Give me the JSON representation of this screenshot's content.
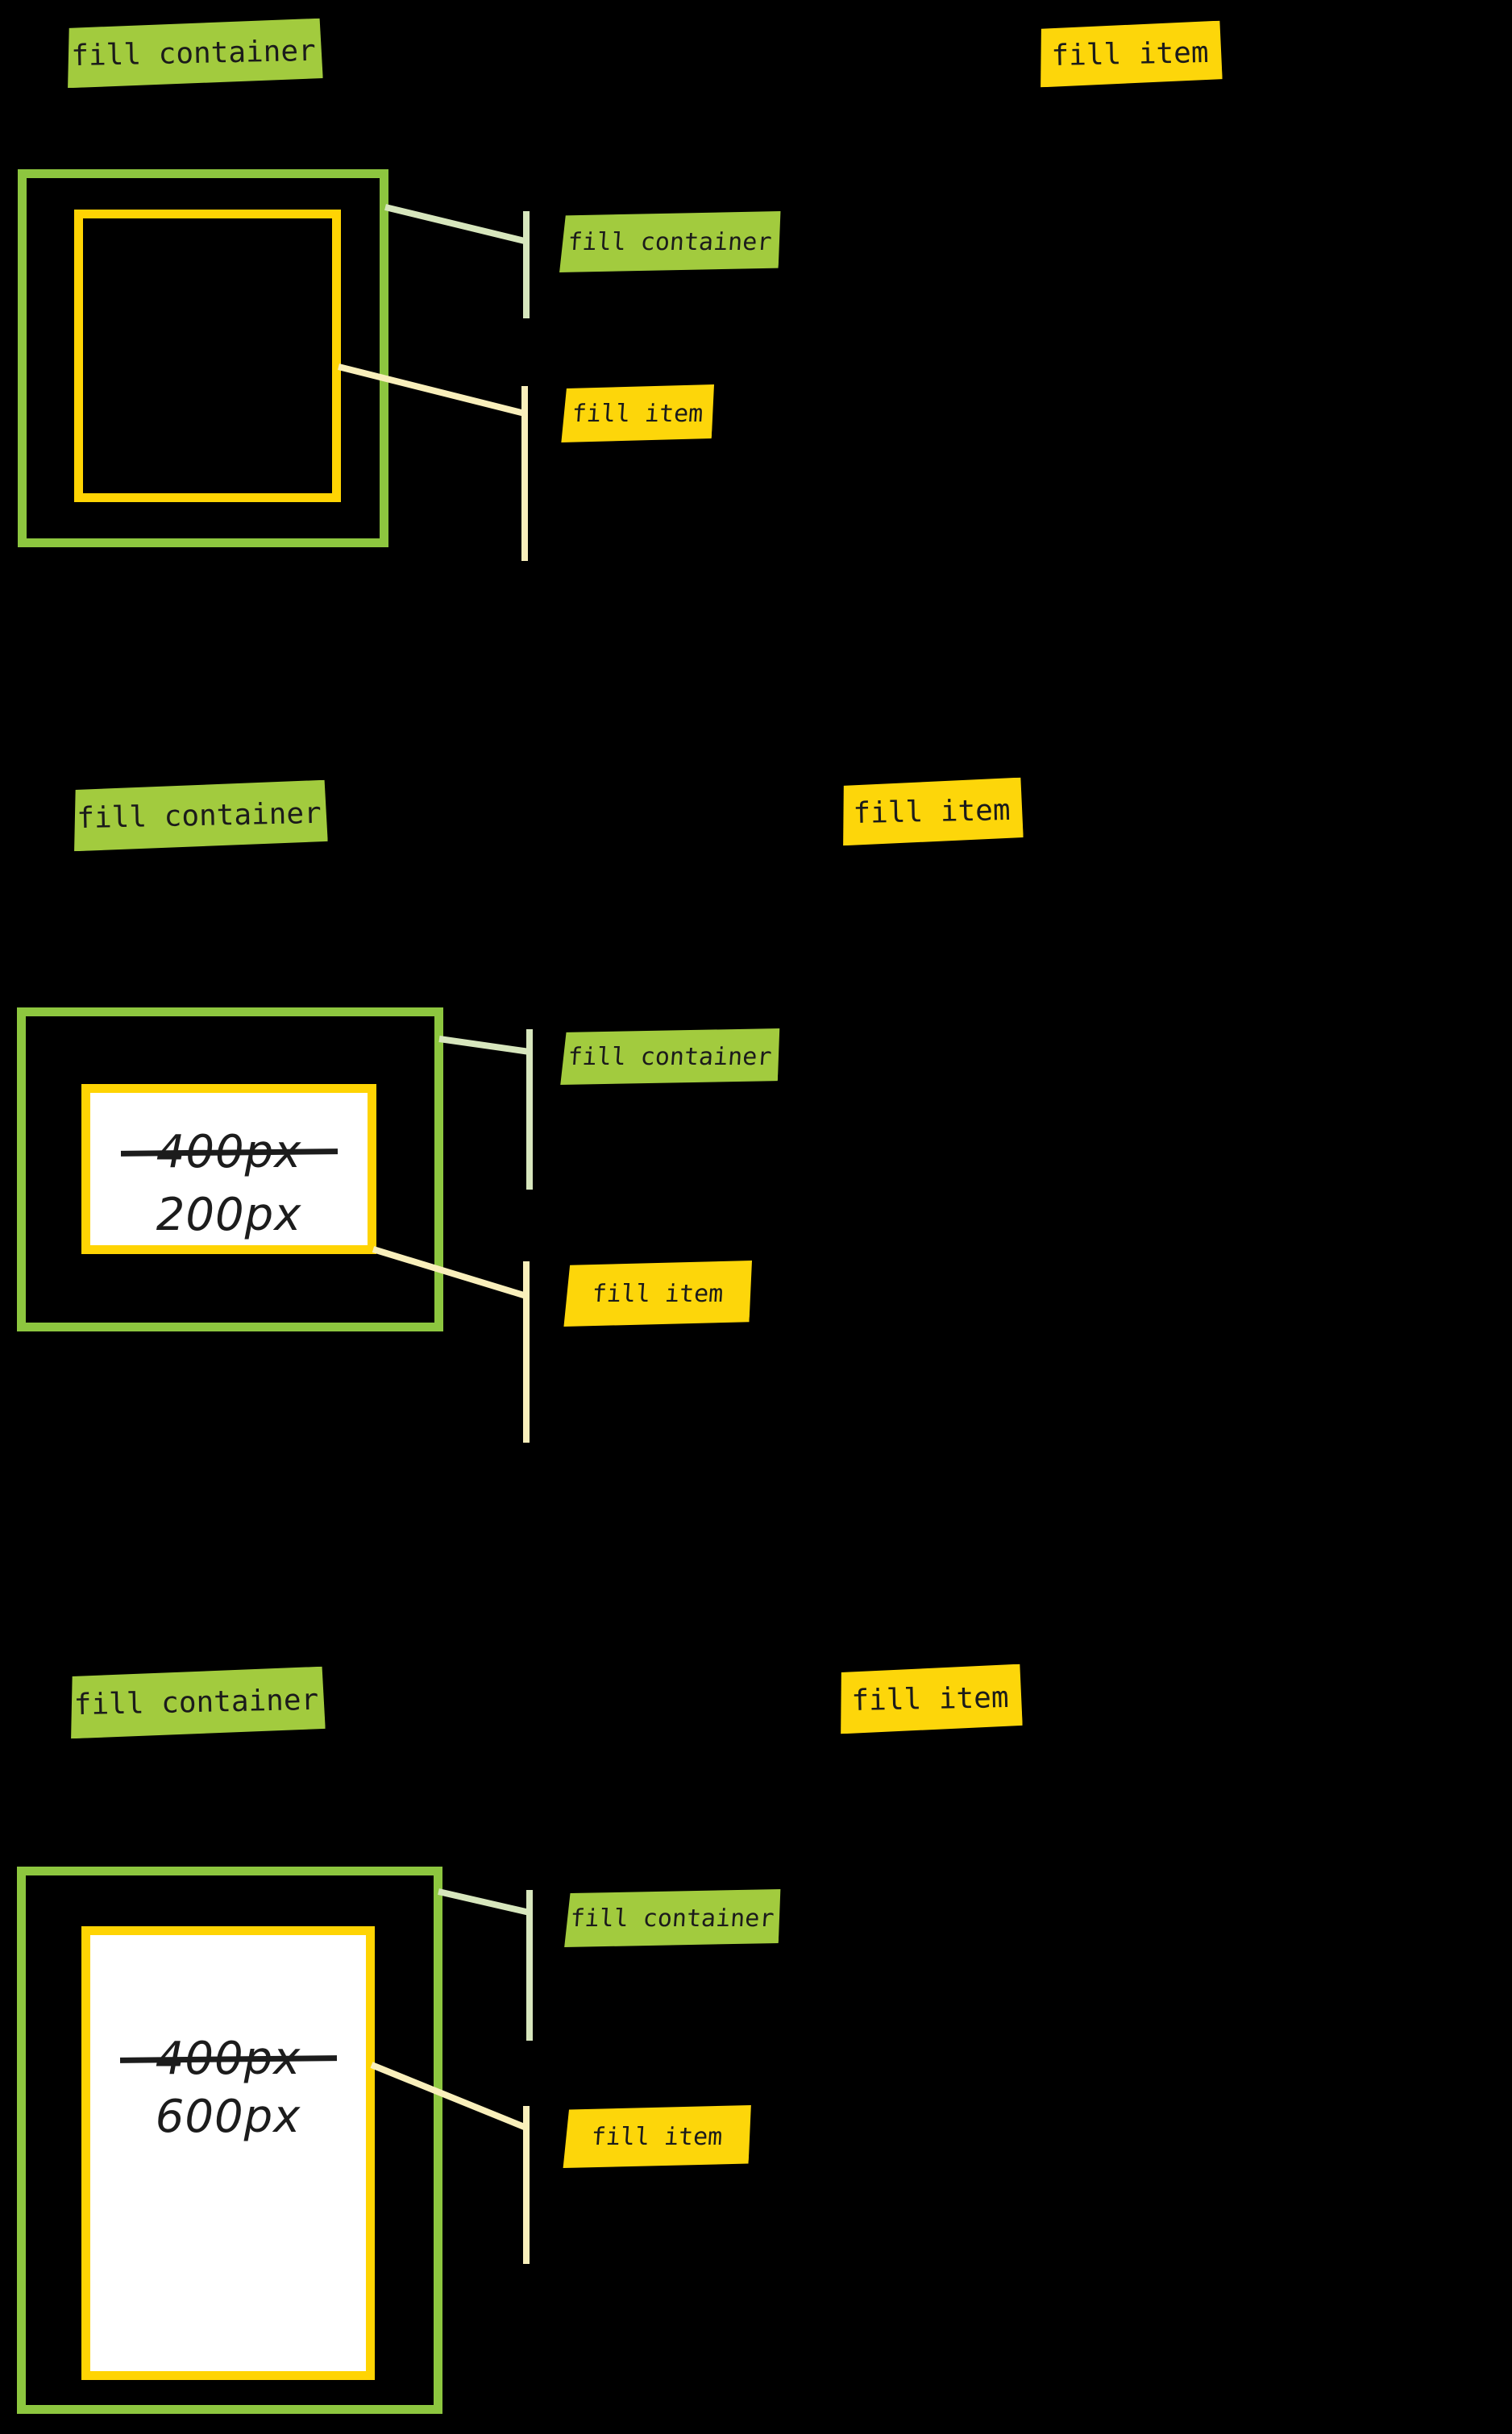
{
  "colors": {
    "background": "#000000",
    "container_green": "#8dc63f",
    "container_sticky_green": "#a2cb3e",
    "item_yellow": "#ffd403",
    "item_sticky_yellow": "#fdd60a",
    "callout_line_green": "#d7e6bd",
    "callout_line_cream": "#f9efbb",
    "ink": "#1b1b1b",
    "item_fill_white": "#ffffff"
  },
  "sections": [
    {
      "header": {
        "container": "fill container",
        "item": "fill item"
      },
      "callouts": {
        "container": "fill container",
        "item": "fill item"
      }
    },
    {
      "header": {
        "container": "fill container",
        "item": "fill item"
      },
      "callouts": {
        "container": "fill container",
        "item": "fill item"
      },
      "item_size": {
        "crossed_out": "400px",
        "actual": "200px"
      }
    },
    {
      "header": {
        "container": "fill container",
        "item": "fill item"
      },
      "callouts": {
        "container": "fill container",
        "item": "fill item"
      },
      "item_size": {
        "crossed_out": "400px",
        "actual": "600px"
      }
    }
  ]
}
